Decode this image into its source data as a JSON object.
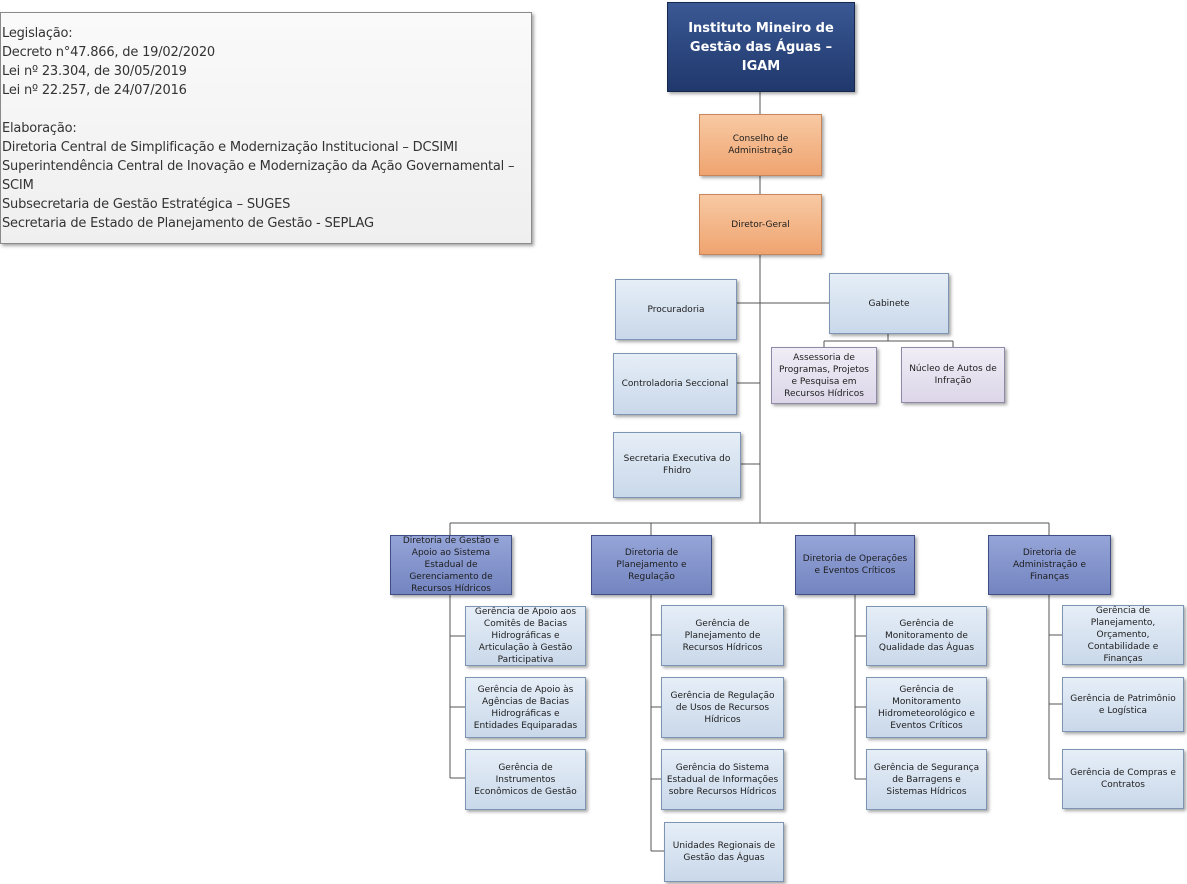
{
  "legend": {
    "legislation_heading": "Legislação:",
    "legislation": [
      "Decreto n°47.866, de 19/02/2020",
      "Lei nº 23.304, de 30/05/2019",
      "Lei nº 22.257, de 24/07/2016"
    ],
    "elaboration_heading": "Elaboração:",
    "elaboration": [
      "Diretoria Central de Simplificação e Modernização Institucional – DCSIMI",
      "Superintendência Central de Inovação e Modernização da Ação Governamental – SCIM",
      "Subsecretaria de Gestão Estratégica – SUGES",
      "Secretaria de Estado de Planejamento de Gestão - SEPLAG"
    ]
  },
  "org": {
    "root": "Instituto Mineiro de Gestão das Águas – IGAM",
    "council": "Conselho de Administração",
    "director_general": "Diretor-Geral",
    "procuradoria": "Procuradoria",
    "gabinete": "Gabinete",
    "assessoria": "Assessoria de Programas, Projetos e Pesquisa em Recursos Hídricos",
    "nucleo": "Núcleo de Autos de Infração",
    "controladoria": "Controladoria Seccional",
    "secretaria": "Secretaria Executiva do Fhidro",
    "directorates": [
      {
        "name": "Diretoria de Gestão e Apoio ao Sistema Estadual de Gerenciamento de Recursos Hídricos",
        "units": [
          "Gerência de Apoio aos Comitês de Bacias Hidrográficas e Articulação à Gestão Participativa",
          "Gerência de Apoio às Agências de Bacias Hidrográficas e Entidades Equiparadas",
          "Gerência de Instrumentos Econômicos de Gestão"
        ]
      },
      {
        "name": "Diretoria de Planejamento e Regulação",
        "units": [
          "Gerência de Planejamento de Recursos Hídricos",
          "Gerência de Regulação de Usos de Recursos Hídricos",
          "Gerência do Sistema Estadual de Informações sobre Recursos Hídricos",
          "Unidades Regionais de Gestão das Águas"
        ]
      },
      {
        "name": "Diretoria de Operações e Eventos Críticos",
        "units": [
          "Gerência de Monitoramento de Qualidade das Águas",
          "Gerência de Monitoramento Hidrometeorológico e Eventos Críticos",
          "Gerência de Segurança de Barragens e Sistemas Hídricos"
        ]
      },
      {
        "name": "Diretoria de Administração e Finanças",
        "units": [
          "Gerência de Planejamento, Orçamento, Contabilidade e Finanças",
          "Gerência de Patrimônio e Logística",
          "Gerência de Compras e Contratos"
        ]
      }
    ]
  }
}
